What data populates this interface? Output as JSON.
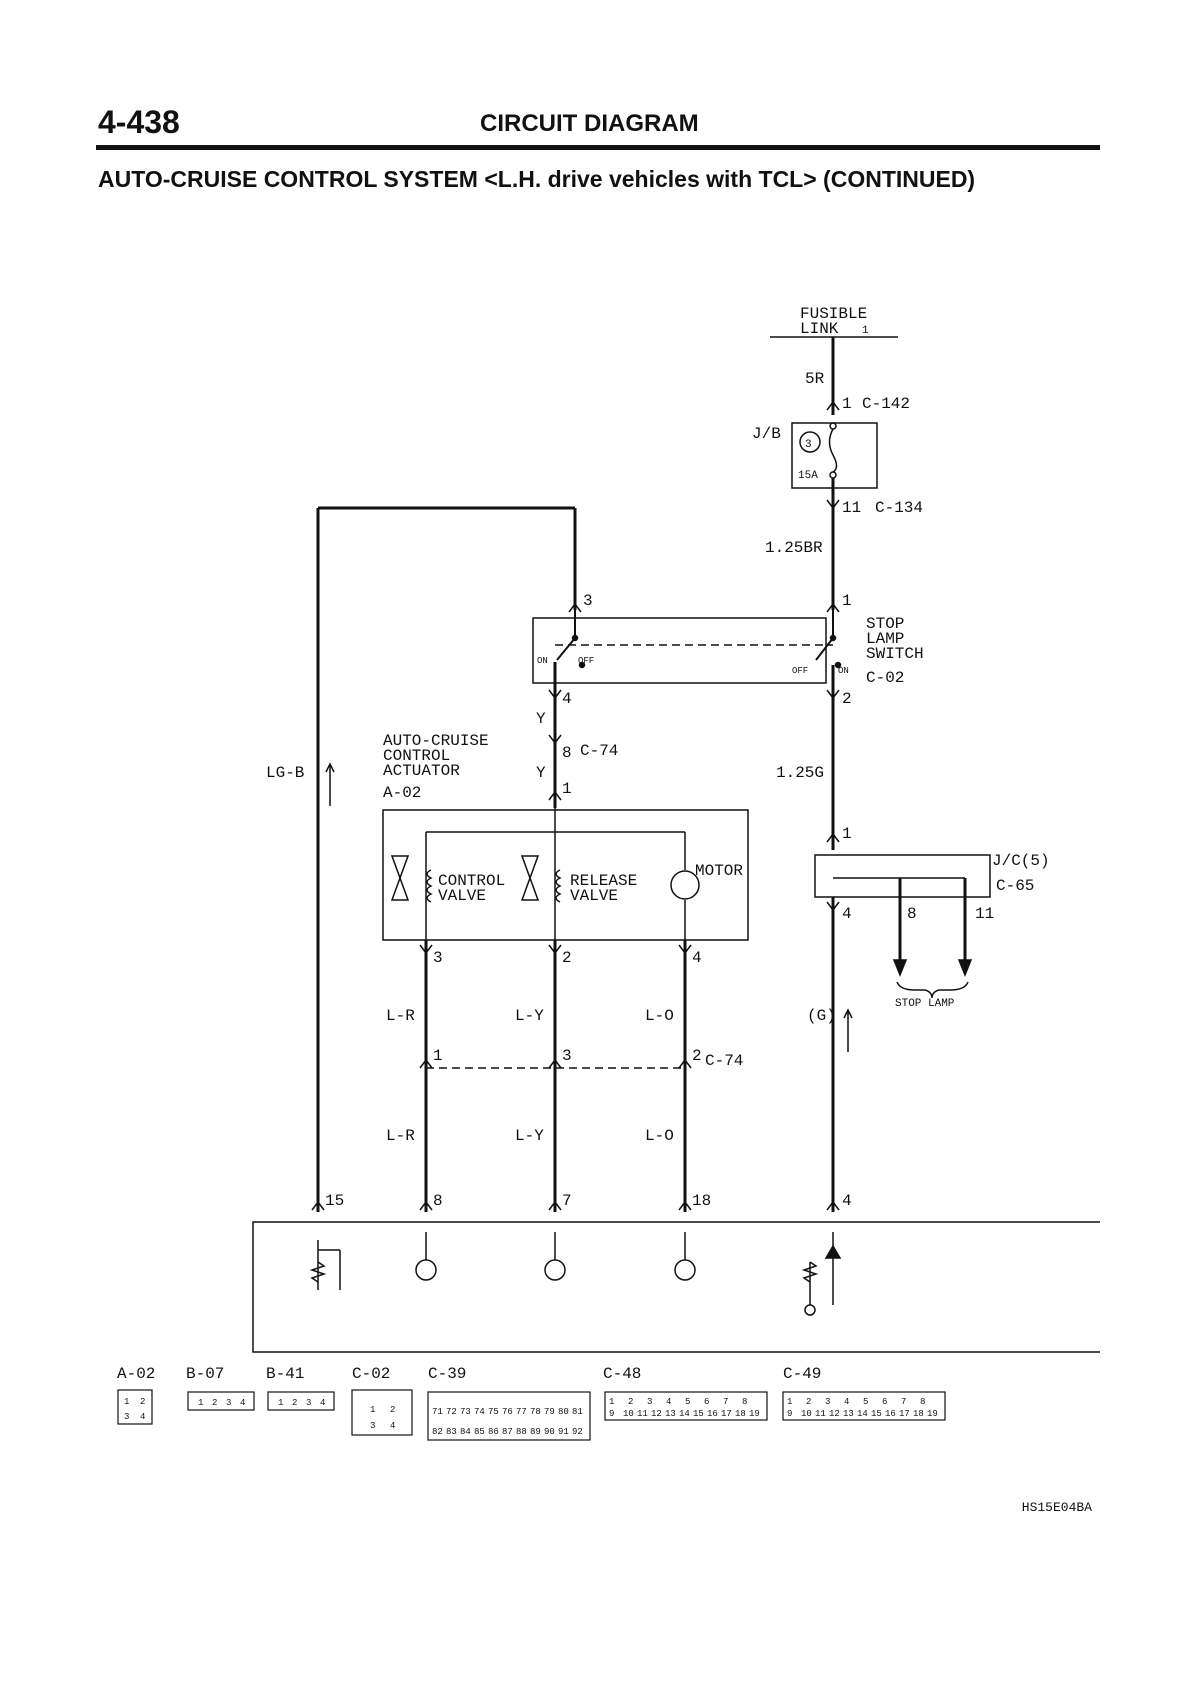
{
  "header": {
    "page_number": "4-438",
    "section_title": "CIRCUIT DIAGRAM",
    "subtitle": "AUTO-CRUISE CONTROL SYSTEM <L.H. drive vehicles with TCL> (CONTINUED)"
  },
  "figure_code": "HS15E04BA",
  "diagram": {
    "fusible_link": [
      "FUSIBLE",
      "LINK"
    ],
    "fusible_link_no": "1",
    "wire_5r": "5R",
    "pin_1a": "1",
    "conn_c142": "C-142",
    "jb_label": "J/B",
    "fuse_no": "3",
    "fuse_amp": "15A",
    "pin_11": "11",
    "conn_c134": "C-134",
    "wire_125br": "1.25BR",
    "pin_3": "3",
    "pin_1b": "1",
    "stop_lamp_switch": [
      "STOP",
      "LAMP",
      "SWITCH"
    ],
    "conn_c02": "C-02",
    "on_label": "ON",
    "off_label": "OFF",
    "pin_4": "4",
    "pin_2": "2",
    "wire_y": "Y",
    "pin_8": "8",
    "conn_c74": "C-74",
    "actuator": [
      "AUTO-CRUISE",
      "CONTROL",
      "ACTUATOR"
    ],
    "conn_a02": "A-02",
    "wire_lgb": "LG-B",
    "wire_125g": "1.25G",
    "control_valve": [
      "CONTROL",
      "VALVE"
    ],
    "release_valve": [
      "RELEASE",
      "VALVE"
    ],
    "motor": "MOTOR",
    "jc_label": "J/C(5)",
    "conn_c65": "C-65",
    "jc_pin_4": "4",
    "jc_pin_8": "8",
    "jc_pin_11": "11",
    "stop_lamp": "STOP LAMP",
    "wire_lr": "L-R",
    "wire_ly": "L-Y",
    "wire_lo": "L-O",
    "wire_g_paren": "(G)",
    "mid_pin_1": "1",
    "mid_pin_3": "3",
    "mid_pin_2": "2",
    "ecu_pin_15": "15",
    "ecu_pin_8": "8",
    "ecu_pin_7": "7",
    "ecu_pin_18": "18",
    "ecu_pin_4": "4",
    "act_pin_3": "3",
    "act_pin_2": "2",
    "act_pin_4": "4",
    "act_pin_1": "1"
  },
  "connectors": {
    "labels": [
      "A-02",
      "B-07",
      "B-41",
      "C-02",
      "C-39",
      "C-48",
      "C-49"
    ],
    "a02_pins": [
      "1",
      "2",
      "3",
      "4"
    ],
    "b07_pins": [
      "1",
      "2",
      "3",
      "4"
    ],
    "b41_pins": [
      "1",
      "2",
      "3",
      "4"
    ],
    "c02_pins": [
      "1",
      "2",
      "3",
      "4"
    ],
    "c39_row1": [
      "71",
      "72",
      "73",
      "74",
      "75",
      "76",
      "77",
      "78",
      "79",
      "80",
      "81"
    ],
    "c39_row2": [
      "82",
      "83",
      "84",
      "85",
      "86",
      "87",
      "88",
      "89",
      "90",
      "91",
      "92"
    ],
    "c48_row1": [
      "1",
      "2",
      "3",
      "4",
      "5",
      "6",
      "7",
      "8"
    ],
    "c48_row2": [
      "9",
      "10",
      "11",
      "12",
      "13",
      "14",
      "15",
      "16",
      "17",
      "18",
      "19"
    ],
    "c49_row1": [
      "1",
      "2",
      "3",
      "4",
      "5",
      "6",
      "7",
      "8"
    ],
    "c49_row2": [
      "9",
      "10",
      "11",
      "12",
      "13",
      "14",
      "15",
      "16",
      "17",
      "18",
      "19"
    ]
  }
}
